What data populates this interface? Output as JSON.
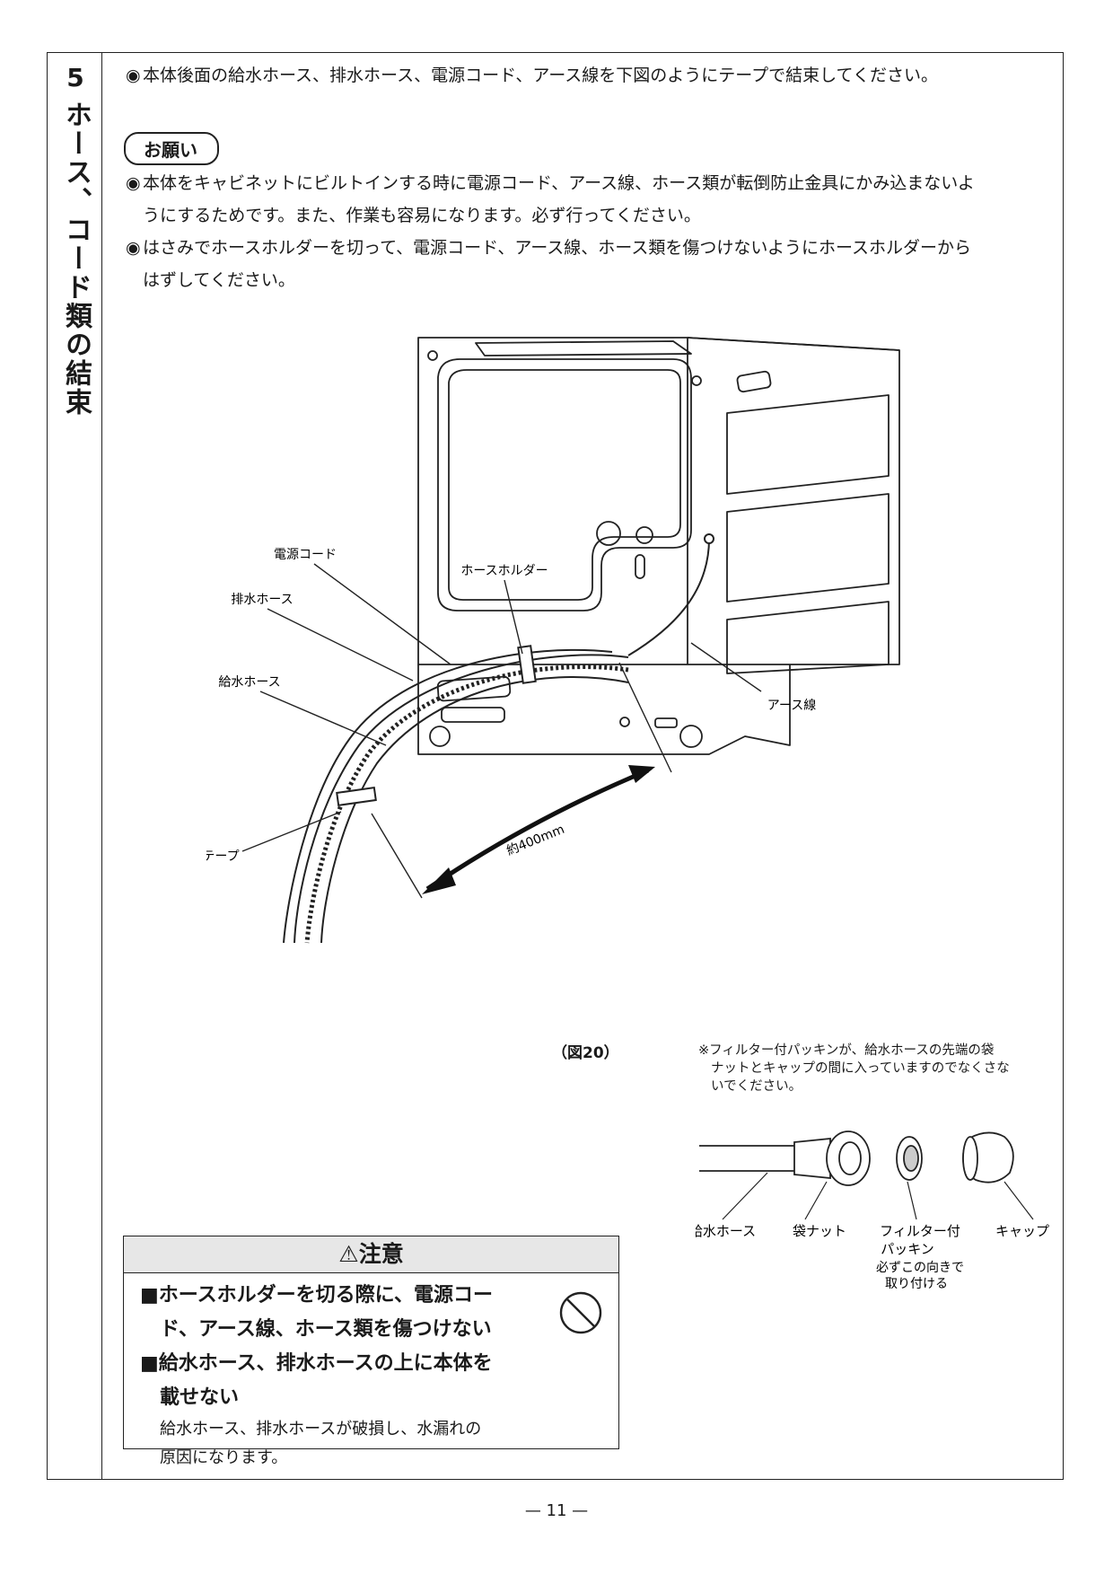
{
  "section": {
    "number": "5",
    "title": "ホース、コード類の結束"
  },
  "instruction": {
    "bullet_mark": "◉",
    "text": "本体後面の給水ホース、排水ホース、電源コード、アース線を下図のようにテープで結束してください。"
  },
  "request": {
    "label": "お願い",
    "items": [
      {
        "line1": "本体をキャビネットにビルトインする時に電源コード、アース線、ホース類が転倒防止金具にかみ込まないよ",
        "line2": "うにするためです。また、作業も容易になります。必ず行ってください。"
      },
      {
        "line1": "はさみでホースホルダーを切って、電源コード、アース線、ホース類を傷つけないようにホースホルダーから",
        "line2": "はずしてください。"
      }
    ]
  },
  "figure": {
    "labels": {
      "power_cord": "電源コード",
      "hose_holder": "ホースホルダー",
      "drain_hose": "排水ホース",
      "supply_hose": "給水ホース",
      "earth_wire": "アース線",
      "tape": "テープ",
      "length": "約400mm"
    },
    "caption": "（図20）"
  },
  "note": {
    "line1": "※フィルター付パッキンが、給水ホースの先端の袋",
    "line2": "ナットとキャップの間に入っていますのでなくさな",
    "line3": "いでください。"
  },
  "parts": {
    "supply_hose": "給水ホース",
    "bag_nut": "袋ナット",
    "filter_packing_1": "フィルター付",
    "filter_packing_2": "パッキン",
    "orientation_1": "必ずこの向きで",
    "orientation_2": "取り付ける",
    "cap": "キャップ"
  },
  "caution": {
    "title": "⚠注意",
    "items": [
      {
        "line1": "■ホースホルダーを切る際に、電源コー",
        "line2": "ド、アース線、ホース類を傷つけない"
      },
      {
        "line1": "■給水ホース、排水ホースの上に本体を",
        "line2": "載せない"
      }
    ],
    "detail_1": "給水ホース、排水ホースが破損し、水漏れの",
    "detail_2": "原因になります。"
  },
  "page_number": "— 11 —"
}
